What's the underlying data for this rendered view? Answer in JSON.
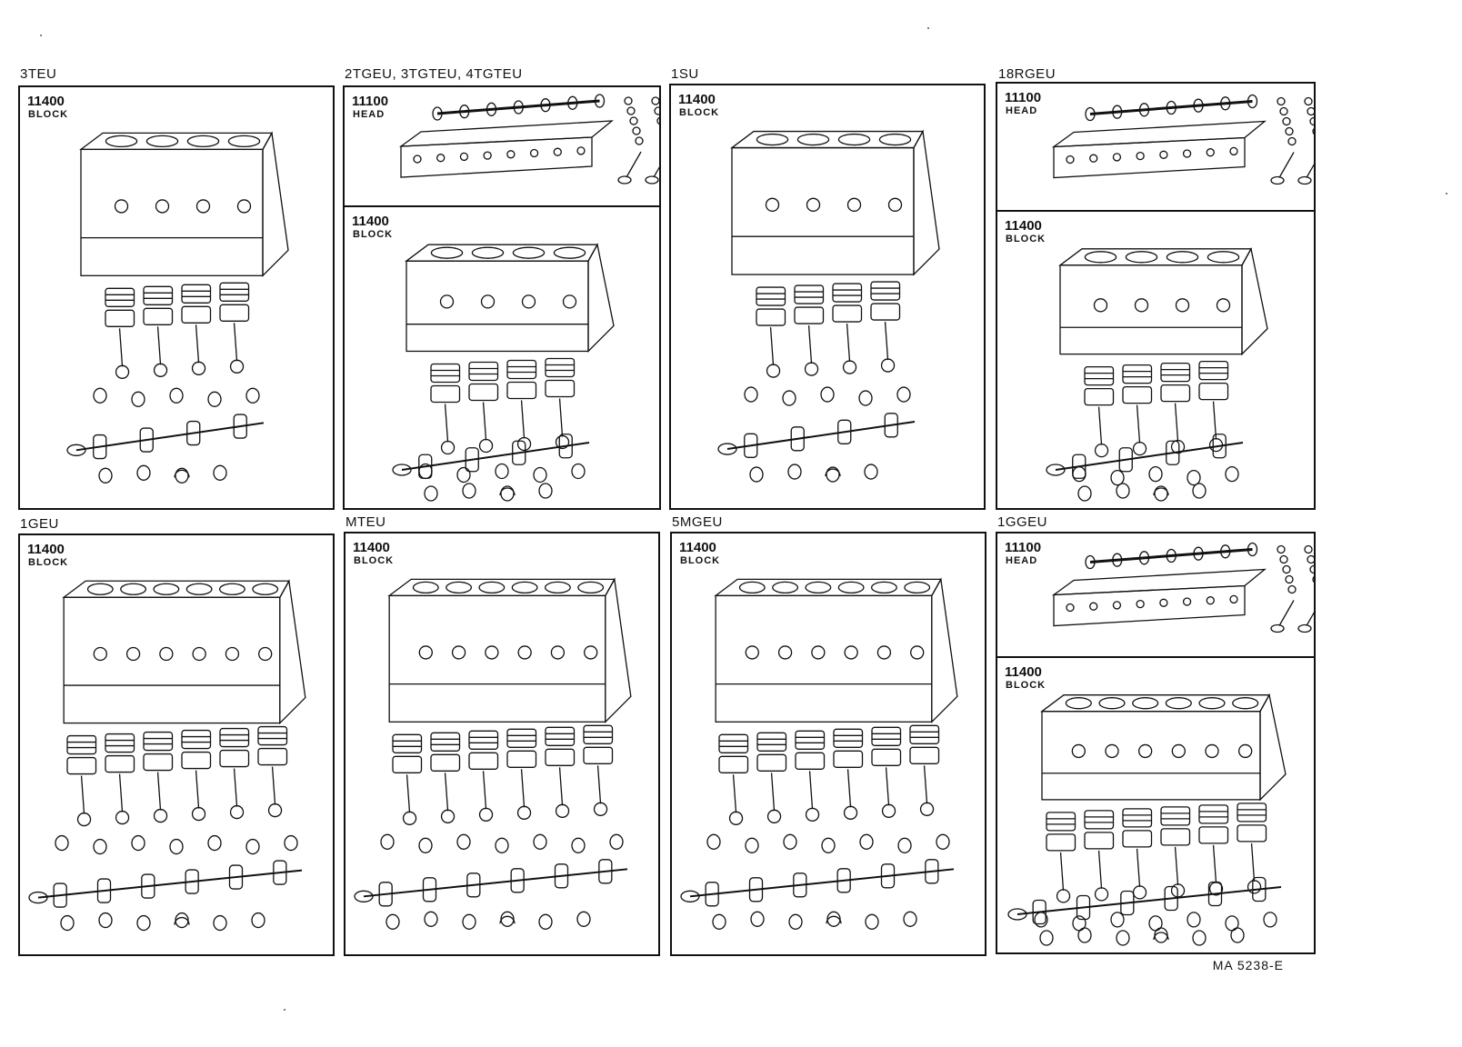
{
  "diagram": {
    "reference_code": "MA  5238-E",
    "panels": [
      {
        "engine": "3TEU",
        "sections": [
          {
            "part_no": "11400",
            "part_name": "BLOCK",
            "kind": "block4"
          }
        ]
      },
      {
        "engine": "2TGEU, 3TGTEU, 4TGTEU",
        "sections": [
          {
            "part_no": "11100",
            "part_name": "HEAD",
            "kind": "head"
          },
          {
            "part_no": "11400",
            "part_name": "BLOCK",
            "kind": "block4"
          }
        ]
      },
      {
        "engine": "1SU",
        "sections": [
          {
            "part_no": "11400",
            "part_name": "BLOCK",
            "kind": "block4"
          }
        ]
      },
      {
        "engine": "18RGEU",
        "sections": [
          {
            "part_no": "11100",
            "part_name": "HEAD",
            "kind": "head"
          },
          {
            "part_no": "11400",
            "part_name": "BLOCK",
            "kind": "block4"
          }
        ]
      },
      {
        "engine": "1GEU",
        "sections": [
          {
            "part_no": "11400",
            "part_name": "BLOCK",
            "kind": "block6"
          }
        ]
      },
      {
        "engine": "MTEU",
        "sections": [
          {
            "part_no": "11400",
            "part_name": "BLOCK",
            "kind": "block6"
          }
        ]
      },
      {
        "engine": "5MGEU",
        "sections": [
          {
            "part_no": "11400",
            "part_name": "BLOCK",
            "kind": "block6"
          }
        ]
      },
      {
        "engine": "1GGEU",
        "sections": [
          {
            "part_no": "11100",
            "part_name": "HEAD",
            "kind": "head"
          },
          {
            "part_no": "11400",
            "part_name": "BLOCK",
            "kind": "block6"
          }
        ]
      }
    ]
  }
}
